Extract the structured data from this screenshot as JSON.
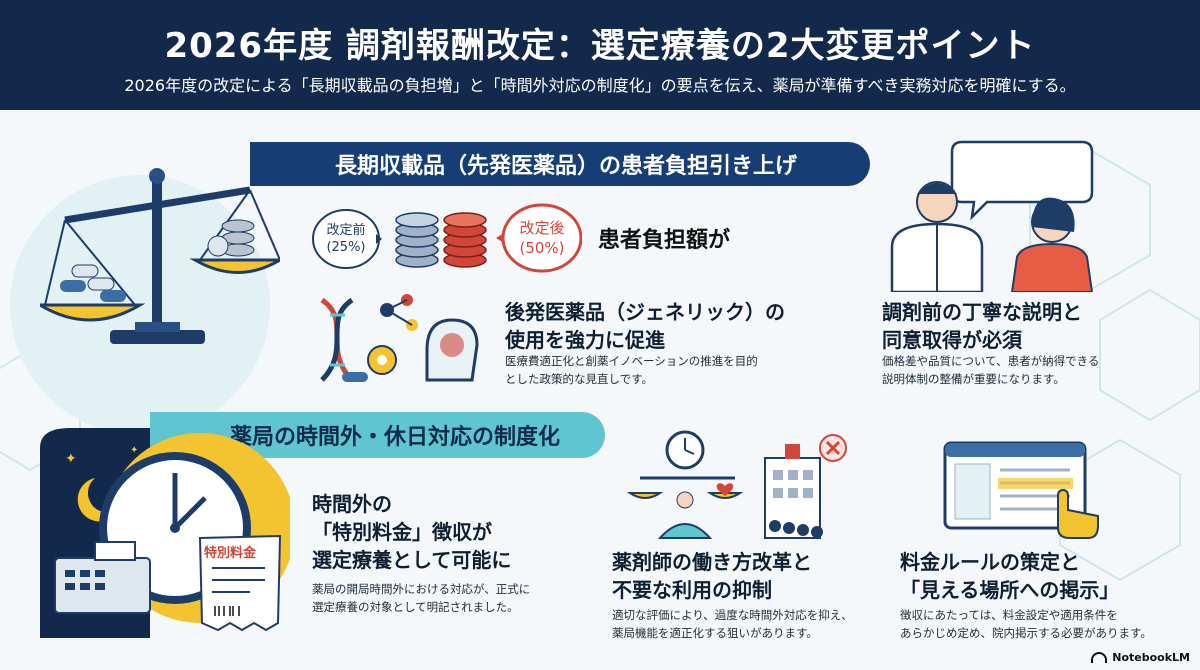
{
  "header": {
    "title": "2026年度 調剤報酬改定：選定療養の2大変更ポイント",
    "subtitle": "2026年度の改定による「長期収載品の負担増」と「時間外対応の制度化」の要点を伝え、薬局が準備すべき実務対応を明確にする。"
  },
  "section1": {
    "band_title": "長期収載品（先発医薬品）の患者負担引き上げ",
    "before_label": "改定前",
    "before_value": "(25%)",
    "after_label": "改定後",
    "after_value": "(50%)",
    "burden_text": "患者負担額が",
    "generic_heading": "後発医薬品（ジェネリック）の\n使用を強力に促進",
    "generic_body": "医療費適正化と創薬イノベーションの推進を目的\nとした政策的な見直しです。",
    "consent_heading": "調剤前の丁寧な説明と\n同意取得が必須",
    "consent_body": "価格差や品質について、患者が納得できる\n説明体制の整備が重要になります。"
  },
  "section2": {
    "band_title": "薬局の時間外・休日対応の制度化",
    "receipt_label": "特別料金",
    "fee_heading": "時間外の\n「特別料金」徴収が\n選定療養として可能に",
    "fee_body": "薬局の開局時間外における対応が、正式に\n選定療養の対象として明記されました。",
    "reform_heading": "薬剤師の働き方改革と\n不要な利用の抑制",
    "reform_body": "適切な評価により、過度な時間外対応を抑え、\n薬局機能を適正化する狙いがあります。",
    "rules_heading": "料金ルールの策定と\n「見える場所への掲示」",
    "rules_body": "徴収にあたっては、料金設定や適用条件を\nあらかじめ定め、院内掲示する必要があります。"
  },
  "footer": {
    "brand": "NotebookLM"
  },
  "colors": {
    "navy": "#13294b",
    "band_blue": "#163e74",
    "teal": "#5fc6d0",
    "red": "#d2463a",
    "yellow": "#f4c430"
  }
}
